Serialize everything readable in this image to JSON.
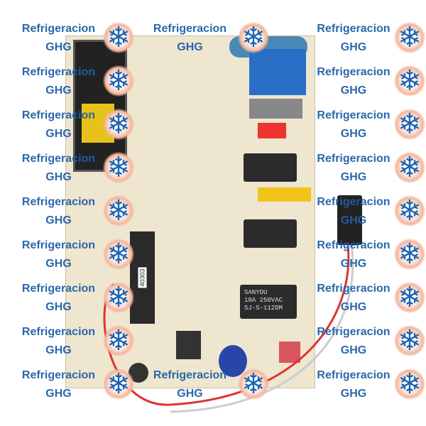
{
  "watermark": {
    "line1": "Refrigeracion",
    "line2": "GHG",
    "icon": "snowflake-icon",
    "color": "#1f5fa8"
  },
  "board": {
    "color": "#efe6cf",
    "relay_brand": "SANYOU",
    "relay_rating": "10A 250VAC",
    "relay_model": "SJ-S-112DM",
    "chip_label": "40303"
  }
}
